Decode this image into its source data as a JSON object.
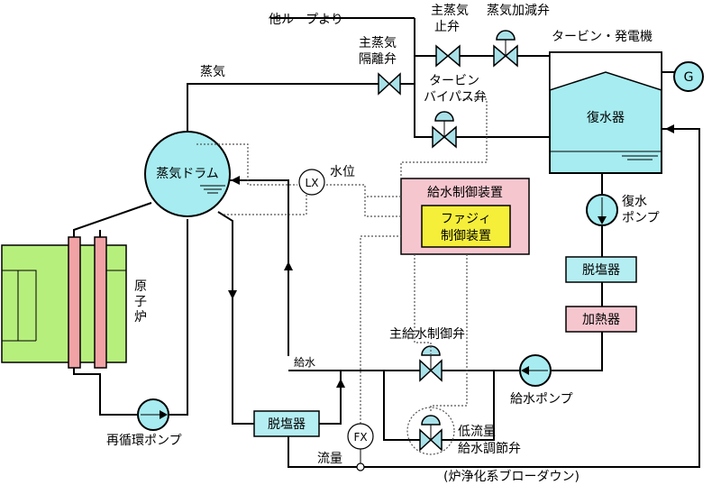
{
  "labels": {
    "from_other_loop": "他ループより",
    "main_steam_stop_valve_l1": "主蒸気",
    "main_steam_stop_valve_l2": "止弁",
    "steam_control_valve": "蒸気加減弁",
    "turbine_generator": "タービン・発電機",
    "generator": "G",
    "msiv_l1": "主蒸気",
    "msiv_l2": "隔離弁",
    "steam": "蒸気",
    "bypass_l1": "タービン",
    "bypass_l2": "バイパス弁",
    "condenser": "復水器",
    "steam_drum": "蒸気ドラム",
    "lx": "LX",
    "water_level": "水位",
    "feedwater_controller": "給水制御装置",
    "fuzzy_l1": "ファジィ",
    "fuzzy_l2": "制御装置",
    "condensate_pump_l1": "復水",
    "condensate_pump_l2": "ポンプ",
    "demineralizer_right": "脱塩器",
    "heater": "加熱器",
    "reactor_c1": "原",
    "reactor_c2": "子",
    "reactor_c3": "炉",
    "main_fw_valve": "主給水制御弁",
    "feedwater": "給水",
    "fw_pump": "給水ポンプ",
    "demineralizer_left": "脱塩器",
    "fx": "FX",
    "low_flow_l1": "低流量",
    "low_flow_l2": "給水調節弁",
    "flow": "流量",
    "recirc_pump": "再循環ポンプ",
    "blowdown": "(炉浄化系ブローダウン)"
  },
  "colors": {
    "condenser": "#a6ecf0",
    "component_box": "#b5eef2",
    "controller": "#f6c6cf",
    "fuzzy": "#f5ef3a",
    "reactor_core": "#b7ef7d",
    "fuel_channel": "#f1a2a5",
    "valve_bonnet": "#a9e1e9",
    "drum": "#a6ecf0"
  }
}
